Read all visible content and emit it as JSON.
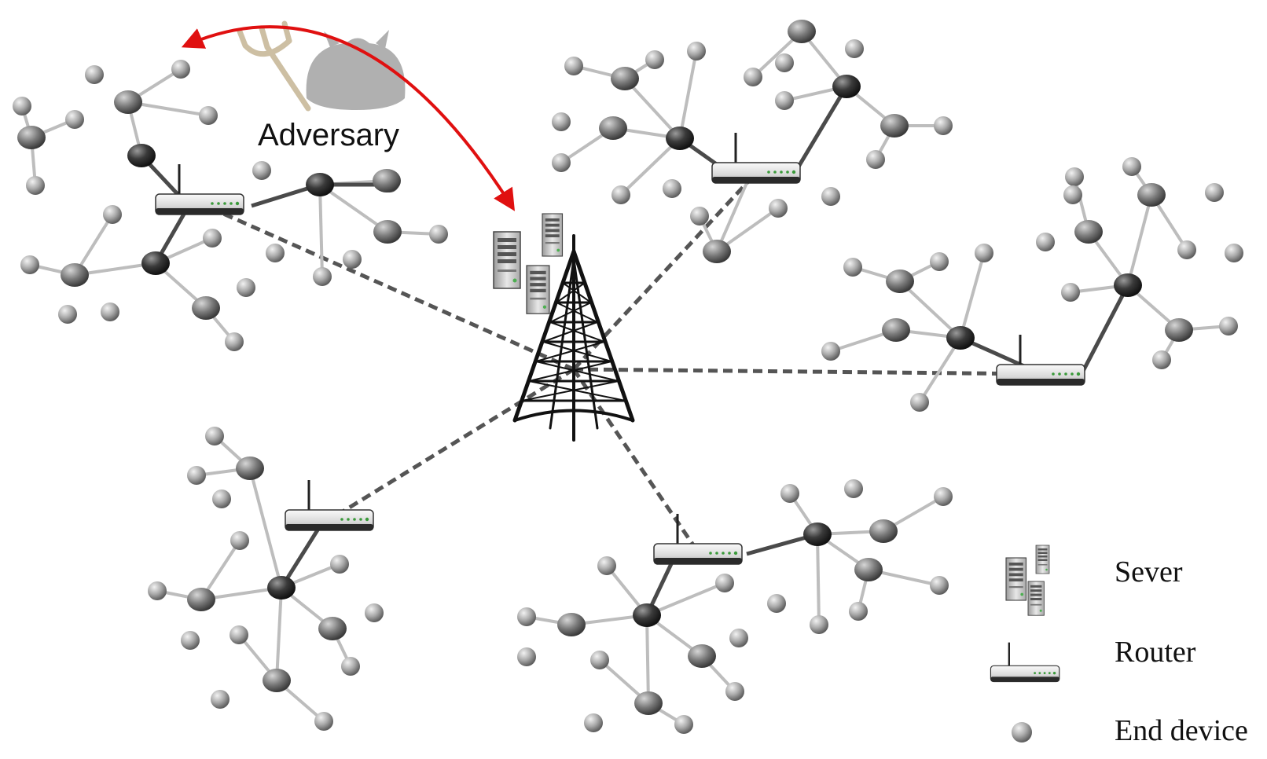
{
  "labels": {
    "adversary": "Adversary"
  },
  "legend": {
    "server": "Sever",
    "router": "Router",
    "end_device": "End device"
  },
  "colors": {
    "attack_arrow": "#e01010",
    "backhaul_link": "#555555",
    "router_link": "#4a4a4a",
    "device_link": "#bdbdbd",
    "adversary": "#b8b8b8",
    "adversary_trident": "#cdbfa3"
  },
  "icons": {
    "tower": "cell-tower-icon",
    "servers": "server-cluster-icon",
    "adversary": "devil-icon",
    "router": "wifi-router-icon",
    "end_device": "sphere-node-icon"
  }
}
